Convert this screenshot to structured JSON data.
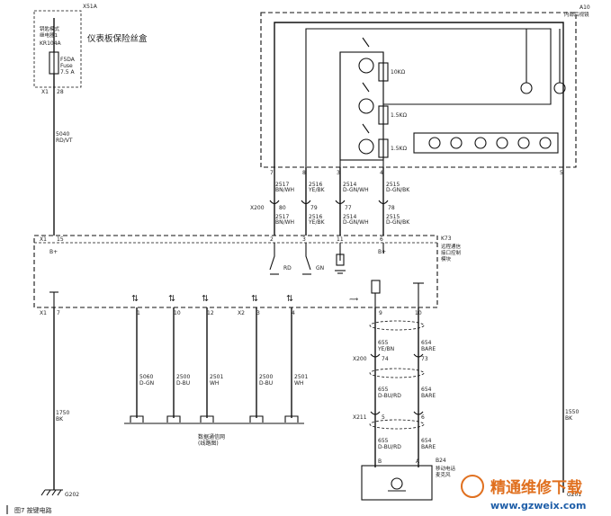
{
  "fuse_box": {
    "connector_id": "X51A",
    "title": "仪表板保险丝盒",
    "mode_line1": "钥匙模式",
    "mode_line2": "继电器1",
    "relay": "KR104A",
    "fuse_name": "F5DA",
    "fuse_word": "Fuse",
    "fuse_rating": "7.5 A",
    "pin_conn": "X1",
    "pin_num": "28"
  },
  "wire_supply": {
    "circuit": "5040",
    "color": "RD/VT"
  },
  "a10": {
    "id": "A10",
    "name": "内部后视镜",
    "resistors": [
      "10KΩ",
      "1.5KΩ",
      "1.5KΩ"
    ],
    "pins": [
      "7",
      "8",
      "3",
      "4",
      "5"
    ]
  },
  "upper_wires": [
    {
      "circuit": "2517",
      "color": "BN/WH"
    },
    {
      "circuit": "2516",
      "color": "YE/BK"
    },
    {
      "circuit": "2514",
      "color": "D-GN/WH"
    },
    {
      "circuit": "2515",
      "color": "D-GN/BK"
    }
  ],
  "x200_top": {
    "conn": "X200",
    "pins": [
      "80",
      "79",
      "77",
      "78"
    ]
  },
  "k73": {
    "id": "K73",
    "name_line1": "远程通信",
    "name_line2": "接口控制",
    "name_line3": "模块",
    "x1": "X1",
    "pin15": "15",
    "b_plus": "B+",
    "pins_top": [
      "2",
      "3",
      "11",
      "6"
    ],
    "rd": "RD",
    "gn": "GN",
    "x1_lower": "X1",
    "pin7": "7",
    "x2": "X2",
    "data_pins": [
      "1",
      "10",
      "12",
      "3",
      "4"
    ],
    "mic_pins": [
      "9",
      "10"
    ]
  },
  "data_wires": [
    {
      "circuit": "5060",
      "color": "D-GN"
    },
    {
      "circuit": "2500",
      "color": "D-BU"
    },
    {
      "circuit": "2501",
      "color": "WH"
    },
    {
      "circuit": "2500",
      "color": "D-BU"
    },
    {
      "circuit": "2501",
      "color": "WH"
    }
  ],
  "data_bus_line1": "数据通信网",
  "data_bus_line2": "(线路图)",
  "ground_left": {
    "circuit": "1750",
    "color": "BK",
    "ground": "G202"
  },
  "ground_right": {
    "circuit": "1550",
    "color": "BK",
    "ground": "G201"
  },
  "mic_section": {
    "wire1a": {
      "circuit": "655",
      "color": "YE/BN"
    },
    "wire1b": {
      "circuit": "654",
      "color": "BARE"
    },
    "x200": "X200",
    "x200_pins": [
      "74",
      "73"
    ],
    "wire2a": {
      "circuit": "655",
      "color": "D-BU/RD"
    },
    "wire2b": {
      "circuit": "654",
      "color": "BARE"
    },
    "x211": "X211",
    "x211_pins": [
      "5",
      "6"
    ],
    "wire3a": {
      "circuit": "655",
      "color": "D-BU/RD"
    },
    "wire3b": {
      "circuit": "654",
      "color": "BARE"
    },
    "b24": "B24",
    "pin_b": "B",
    "pin_a": "A",
    "mic_line1": "移动电话",
    "mic_line2": "麦克风"
  },
  "caption": "图7 按键电路",
  "watermark": {
    "cn": "精通维修下载",
    "url": "www.gzweix.com"
  }
}
